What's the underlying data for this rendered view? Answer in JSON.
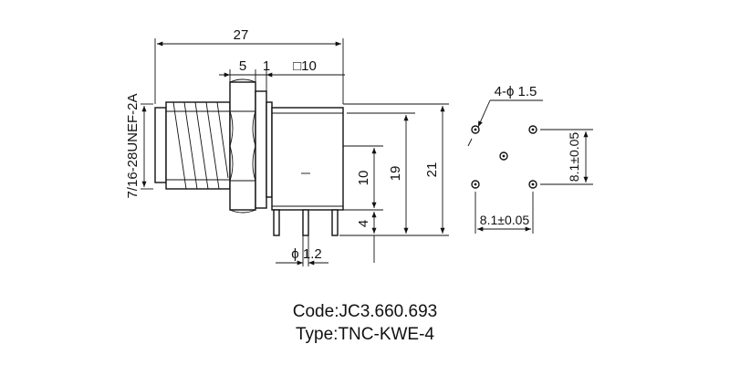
{
  "dimensions": {
    "overall_length": "27",
    "nut_length": "5",
    "flange": "1",
    "body_square": "□10",
    "thread": "7/16-28UNEF-2A",
    "body_height": "10",
    "total_height": "19",
    "overall_height": "21",
    "pin_length": "4",
    "pin_diameter": "ϕ 1.2",
    "hole_pattern_holes": "4-ϕ 1.5",
    "hole_pattern_vertical": "8.1±0.05",
    "hole_pattern_horizontal": "8.1±0.05"
  },
  "caption": {
    "code": "Code:JC3.660.693",
    "type": "Type:TNC-KWE-4"
  }
}
